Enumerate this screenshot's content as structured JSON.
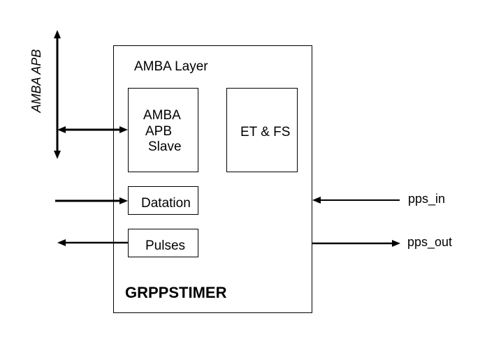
{
  "diagram": {
    "bus_label": "AMBA APB",
    "layer_label": "AMBA Layer",
    "block_title": "GRPPSTIMER",
    "apb_slave": {
      "line1": "AMBA",
      "line2": "APB",
      "line3": "Slave"
    },
    "et_fs": "ET & FS",
    "datation": "Datation",
    "pulses": "Pulses",
    "pps_in": "pps_in",
    "pps_out": "pps_out"
  }
}
